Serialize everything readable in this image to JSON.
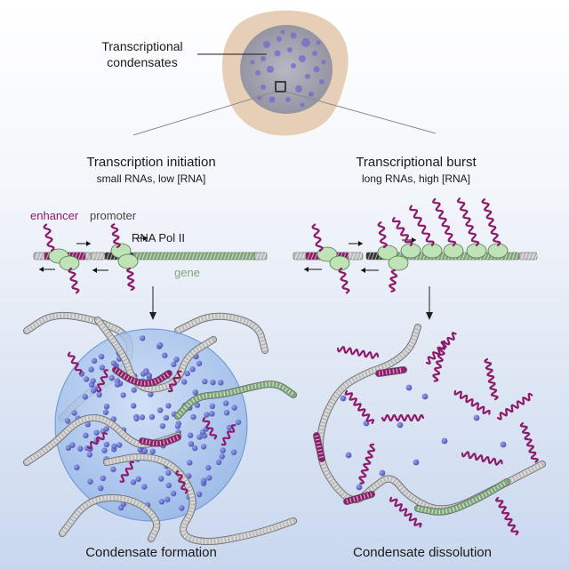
{
  "cell": {
    "callout": [
      "Transcriptional",
      "condensates"
    ]
  },
  "left_panel": {
    "title": "Transcription initiation",
    "subtitle": "small RNAs, low [RNA]",
    "enhancer_label": "enhancer",
    "promoter_label": "promoter",
    "polymerase_label": "RNA Pol II",
    "gene_label": "gene",
    "caption": "Condensate formation"
  },
  "right_panel": {
    "title": "Transcriptional burst",
    "subtitle": "long RNAs, high [RNA]",
    "caption": "Condensate dissolution"
  },
  "colors": {
    "enhancer": "#8e1a6a",
    "promoter": "#2a2a2a",
    "gene": "#7fa87a",
    "dna": "#bdbdbd",
    "rnapol": "#bfe3b6",
    "protein": "#6470c8",
    "condensate": "#7fa8e0",
    "rna": "#8e1a6a"
  }
}
